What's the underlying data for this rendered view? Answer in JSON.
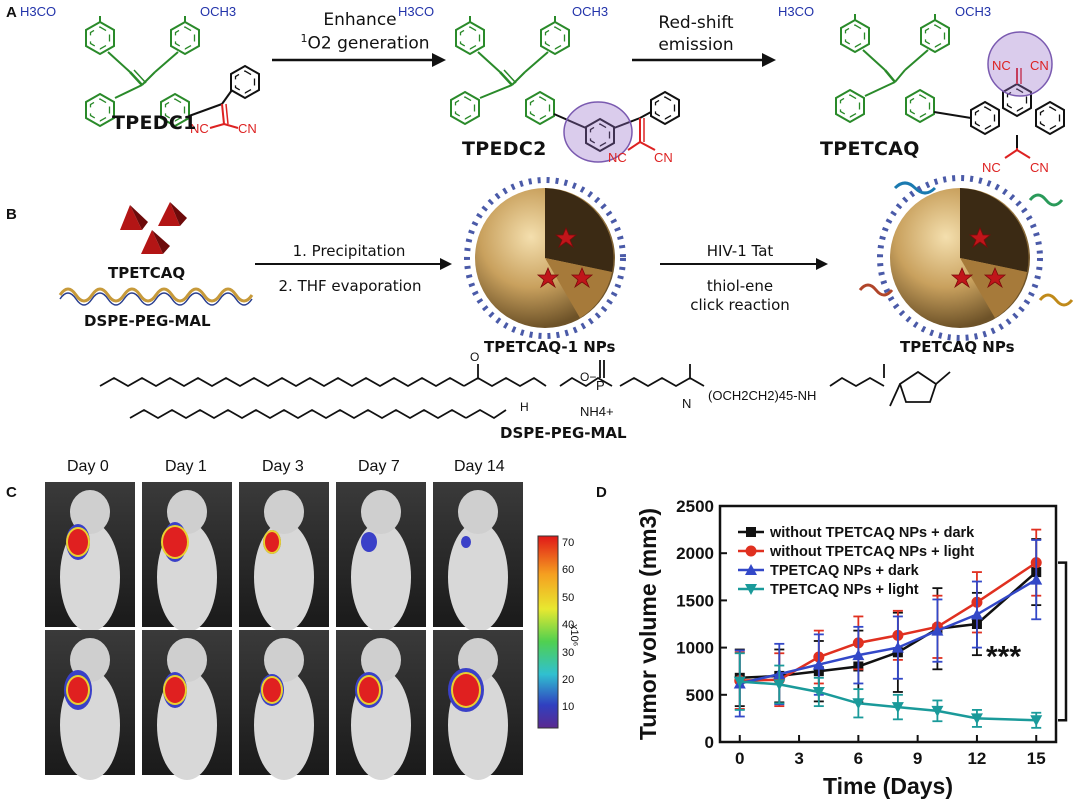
{
  "panels": {
    "a": "A",
    "b": "B",
    "c": "C",
    "d": "D"
  },
  "panel_a": {
    "group_och3": "OCH3",
    "group_h3co": "H3CO",
    "group_nc": "NC",
    "group_cn": "CN",
    "compounds": [
      "TPEDC1",
      "TPEDC2",
      "TPETCAQ"
    ],
    "step1_line1": "Enhance",
    "step1_line2_sup": "1",
    "step1_line2": "O2 generation",
    "step2": "Red-shift emission"
  },
  "panel_b": {
    "dye_label": "TPETCAQ",
    "polymer_label": "DSPE-PEG-MAL",
    "step1_line1": "1. Precipitation",
    "step1_line2": "2. THF evaporation",
    "step2_line1": "HIV-1 Tat",
    "step2_line2": "thiol-ene",
    "step2_line3": "click reaction",
    "np1_label": "TPETCAQ-1 NPs",
    "np2_label": "TPETCAQ NPs",
    "structure_label": "DSPE-PEG-MAL",
    "structure_peg": "(OCH2CH2)45-NH",
    "structure_nh4": "NH4+",
    "structure_o_minus": "O−",
    "structure_p": "P",
    "structure_h": "H",
    "structure_n": "N",
    "structure_o": "O"
  },
  "panel_c": {
    "days": [
      "Day 0",
      "Day 1",
      "Day 3",
      "Day 7",
      "Day 14"
    ],
    "colorbar_ticks": [
      "70",
      "60",
      "50",
      "40",
      "30",
      "20",
      "10"
    ],
    "colorbar_unit": "x10⁶"
  },
  "chart_data": {
    "type": "line",
    "xlabel": "Time (Days)",
    "ylabel": "Tumor volume (mm3)",
    "xlim": [
      -1,
      16
    ],
    "ylim": [
      0,
      2500
    ],
    "xticks": [
      "0",
      "3",
      "6",
      "9",
      "12",
      "15"
    ],
    "yticks": [
      "0",
      "500",
      "1000",
      "1500",
      "2000",
      "2500"
    ],
    "significance": "***",
    "legend_position": "top-left",
    "x": [
      0,
      2,
      4,
      6,
      8,
      10,
      12,
      15
    ],
    "series": [
      {
        "name": "without TPETCAQ NPs + dark",
        "color": "#111111",
        "marker": "square",
        "values": [
          680,
          700,
          750,
          800,
          950,
          1200,
          1250,
          1800
        ],
        "err": [
          300,
          280,
          320,
          380,
          420,
          430,
          330,
          350
        ]
      },
      {
        "name": "without TPETCAQ NPs + light",
        "color": "#e03020",
        "marker": "circle",
        "values": [
          650,
          660,
          900,
          1050,
          1130,
          1220,
          1480,
          1900
        ],
        "err": [
          300,
          280,
          280,
          280,
          260,
          330,
          320,
          350
        ]
      },
      {
        "name": "TPETCAQ NPs + dark",
        "color": "#3348c8",
        "marker": "triangle-up",
        "values": [
          620,
          720,
          820,
          920,
          1000,
          1180,
          1350,
          1720
        ],
        "err": [
          350,
          320,
          320,
          300,
          330,
          330,
          350,
          420
        ]
      },
      {
        "name": "TPETCAQ NPs + light",
        "color": "#1a9a9a",
        "marker": "triangle-down",
        "values": [
          640,
          610,
          530,
          410,
          370,
          330,
          250,
          230
        ],
        "err": [
          300,
          200,
          150,
          150,
          130,
          110,
          90,
          80
        ]
      }
    ]
  }
}
